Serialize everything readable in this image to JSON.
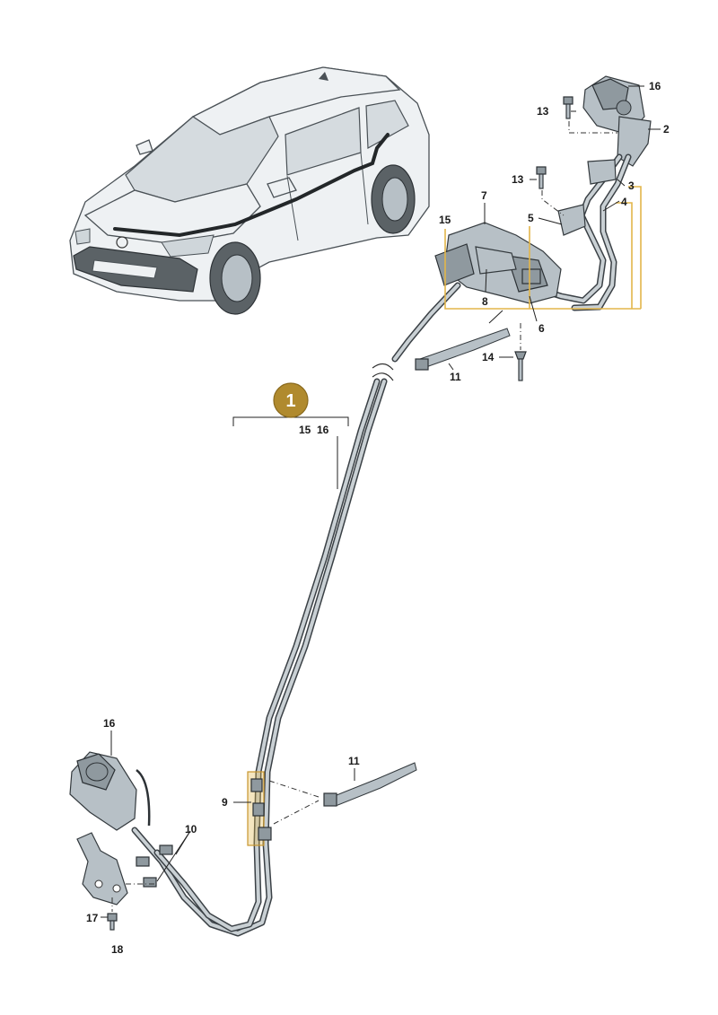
{
  "badge": {
    "number": "1",
    "color": "#b08a2e"
  },
  "group_labels": {
    "left": "15",
    "right": "16"
  },
  "callouts": {
    "c16_top": "16",
    "c13_top": "13",
    "c2": "2",
    "c13_mid": "13",
    "c3": "3",
    "c4": "4",
    "c5": "5",
    "c7": "7",
    "c15": "15",
    "c8": "8",
    "c6": "6",
    "c14": "14",
    "c11_top": "11",
    "c16_bottom": "16",
    "c11_bottom": "11",
    "c9": "9",
    "c10": "10",
    "c17": "17",
    "c18": "18"
  },
  "colors": {
    "highlight": "#e3b64a",
    "cable": "#3b4146",
    "part": "#b7c0c6"
  }
}
